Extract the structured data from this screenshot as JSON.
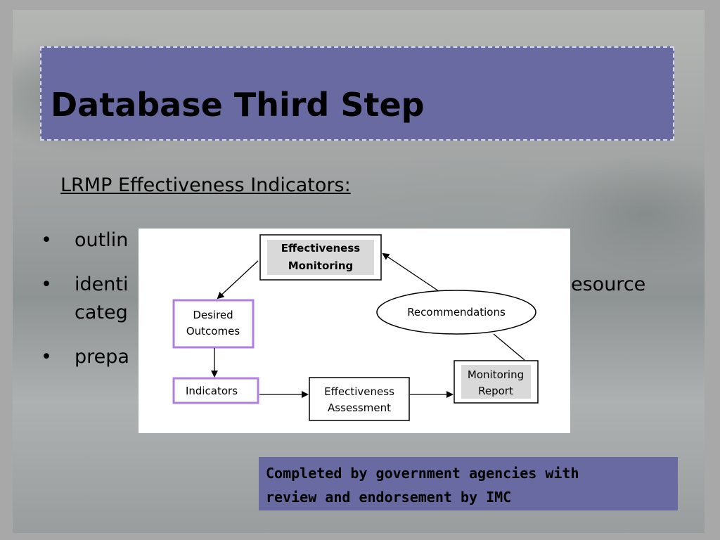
{
  "title": "Database Third Step",
  "subheading": "LRMP Effectiveness Indicators:",
  "bullets": {
    "b1": "outlin",
    "b2_line1": "identi",
    "b2_line1_right": "esource",
    "b2_line2": "categ",
    "b3": "prepa"
  },
  "diagram": {
    "effectiveness_monitoring_line1": "Effectiveness",
    "effectiveness_monitoring_line2": "Monitoring",
    "desired_outcomes_line1": "Desired",
    "desired_outcomes_line2": "Outcomes",
    "recommendations": "Recommendations",
    "indicators": "Indicators",
    "effectiveness_assessment_line1": "Effectiveness",
    "effectiveness_assessment_line2": "Assessment",
    "monitoring_report_line1": "Monitoring",
    "monitoring_report_line2": "Report"
  },
  "note": {
    "line1": "Completed by government agencies with",
    "line2": "review and endorsement by IMC"
  },
  "colors": {
    "title_box": "#6a6aa2",
    "highlight_border": "#b080e0",
    "gray_fill": "#d9d9d9"
  }
}
